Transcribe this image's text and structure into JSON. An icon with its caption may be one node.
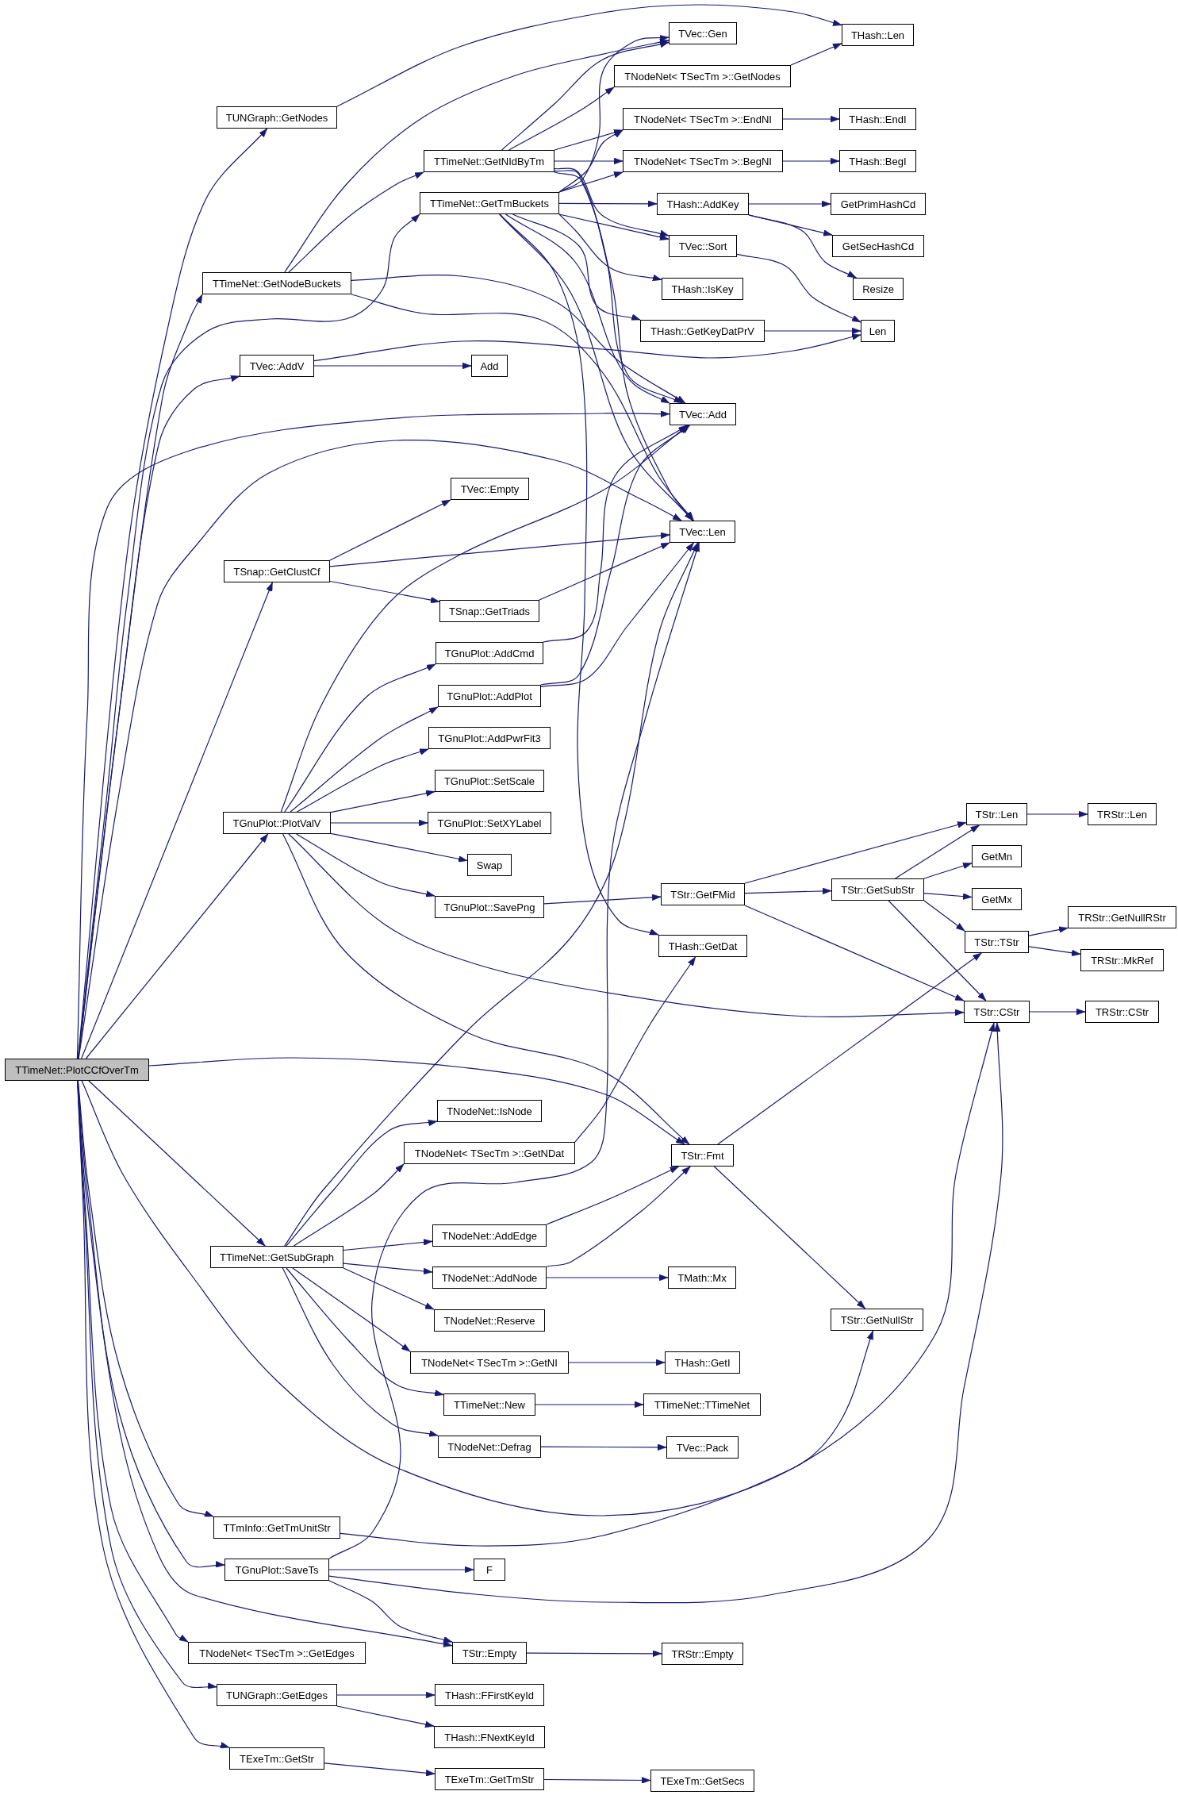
{
  "diagram": {
    "nodes": [
      {
        "text": [
          "TTimeNet::PlotCCfOverTm"
        ]
      },
      {
        "text": [
          "TUNGraph::GetNodes"
        ]
      },
      {
        "text": [
          "TTimeNet::GetNodeBuckets"
        ]
      },
      {
        "text": [
          "TVec::AddV"
        ]
      },
      {
        "text": [
          "TSnap::GetClustCf"
        ]
      },
      {
        "text": [
          "TGnuPlot::PlotValV"
        ]
      },
      {
        "text": [
          "TTimeNet::GetSubGraph"
        ]
      },
      {
        "text": [
          "TTmInfo::GetTmUnitStr"
        ]
      },
      {
        "text": [
          "TGnuPlot::SaveTs"
        ]
      },
      {
        "text": [
          "TNodeNet< TSecTm >::GetEdges"
        ]
      },
      {
        "text": [
          "TUNGraph::GetEdges"
        ]
      },
      {
        "text": [
          "TExeTm::GetStr"
        ]
      },
      {
        "text": [
          "TTimeNet::GetNIdByTm"
        ]
      },
      {
        "text": [
          "TTimeNet::GetTmBuckets"
        ]
      },
      {
        "text": [
          "Add"
        ]
      },
      {
        "text": [
          "TVec::Empty"
        ]
      },
      {
        "text": [
          "TSnap::GetTriads"
        ]
      },
      {
        "text": [
          "TGnuPlot::AddCmd"
        ]
      },
      {
        "text": [
          "TGnuPlot::AddPlot"
        ]
      },
      {
        "text": [
          "TGnuPlot::AddPwrFit3"
        ]
      },
      {
        "text": [
          "TGnuPlot::SetScale"
        ]
      },
      {
        "text": [
          "TGnuPlot::SetXYLabel"
        ]
      },
      {
        "text": [
          "Swap"
        ]
      },
      {
        "text": [
          "TGnuPlot::SavePng"
        ]
      },
      {
        "text": [
          "TNodeNet::IsNode"
        ]
      },
      {
        "text": [
          "TNodeNet< TSecTm >::GetNDat"
        ]
      },
      {
        "text": [
          "TNodeNet::AddEdge"
        ]
      },
      {
        "text": [
          "TNodeNet::AddNode"
        ]
      },
      {
        "text": [
          "TNodeNet::Reserve"
        ]
      },
      {
        "text": [
          "TNodeNet< TSecTm >::GetNI"
        ]
      },
      {
        "text": [
          "TTimeNet::New"
        ]
      },
      {
        "text": [
          "TNodeNet::Defrag"
        ]
      },
      {
        "text": [
          "F"
        ]
      },
      {
        "text": [
          "TStr::Empty"
        ]
      },
      {
        "text": [
          "THash::FFirstKeyId"
        ]
      },
      {
        "text": [
          "THash::FNextKeyId"
        ]
      },
      {
        "text": [
          "TExeTm::GetTmStr"
        ]
      },
      {
        "text": [
          "TVec::Gen"
        ]
      },
      {
        "text": [
          "TNodeNet< TSecTm >::GetNodes"
        ]
      },
      {
        "text": [
          "TNodeNet< TSecTm >::EndNI"
        ]
      },
      {
        "text": [
          "TNodeNet< TSecTm >::BegNI"
        ]
      },
      {
        "text": [
          "THash::AddKey"
        ]
      },
      {
        "text": [
          "TVec::Sort"
        ]
      },
      {
        "text": [
          "THash::IsKey"
        ]
      },
      {
        "text": [
          "THash::GetKeyDatPrV"
        ]
      },
      {
        "text": [
          "TVec::Add"
        ]
      },
      {
        "text": [
          "TVec::Len"
        ]
      },
      {
        "text": [
          "TStr::GetFMid"
        ]
      },
      {
        "text": [
          "THash::GetDat"
        ]
      },
      {
        "text": [
          "TStr::Fmt"
        ]
      },
      {
        "text": [
          "TMath::Mx"
        ]
      },
      {
        "text": [
          "THash::GetI"
        ]
      },
      {
        "text": [
          "TTimeNet::TTimeNet"
        ]
      },
      {
        "text": [
          "TVec::Pack"
        ]
      },
      {
        "text": [
          "TRStr::Empty"
        ]
      },
      {
        "text": [
          "TExeTm::GetSecs"
        ]
      },
      {
        "text": [
          "THash::Len"
        ]
      },
      {
        "text": [
          "THash::EndI"
        ]
      },
      {
        "text": [
          "THash::BegI"
        ]
      },
      {
        "text": [
          "GetPrimHashCd"
        ]
      },
      {
        "text": [
          "GetSecHashCd"
        ]
      },
      {
        "text": [
          "Resize"
        ]
      },
      {
        "text": [
          "Len"
        ]
      },
      {
        "text": [
          "TStr::GetSubStr"
        ]
      },
      {
        "text": [
          "TStr::GetNullStr"
        ]
      },
      {
        "text": [
          "TStr::Len"
        ]
      },
      {
        "text": [
          "GetMn"
        ]
      },
      {
        "text": [
          "GetMx"
        ]
      },
      {
        "text": [
          "TStr::TStr"
        ]
      },
      {
        "text": [
          "TStr::CStr"
        ]
      },
      {
        "text": [
          "TRStr::Len"
        ]
      },
      {
        "text": [
          "TRStr::GetNullRStr"
        ]
      },
      {
        "text": [
          "TRStr::MkRef"
        ]
      },
      {
        "text": [
          "TRStr::CStr"
        ]
      }
    ],
    "edges": [
      {
        "from": 0,
        "to": 1,
        "arrow": "to"
      },
      {
        "from": 0,
        "to": 2,
        "arrow": "to"
      },
      {
        "from": 0,
        "to": 13,
        "arrow": "to"
      },
      {
        "from": 0,
        "to": 3,
        "arrow": "to"
      },
      {
        "from": 0,
        "to": 45,
        "arrow": "to"
      },
      {
        "from": 0,
        "to": 46,
        "arrow": "to"
      },
      {
        "from": 0,
        "to": 4,
        "arrow": "to"
      },
      {
        "from": 0,
        "to": 5,
        "arrow": "to"
      },
      {
        "from": 0,
        "to": 49,
        "arrow": "to"
      },
      {
        "from": 0,
        "to": 6,
        "arrow": "to"
      },
      {
        "from": 0,
        "to": 69,
        "arrow": "to"
      },
      {
        "from": 0,
        "to": 7,
        "arrow": "to"
      },
      {
        "from": 0,
        "to": 8,
        "arrow": "to"
      },
      {
        "from": 0,
        "to": 33,
        "arrow": "to"
      },
      {
        "from": 0,
        "to": 9,
        "arrow": "to"
      },
      {
        "from": 0,
        "to": 10,
        "arrow": "to"
      },
      {
        "from": 0,
        "to": 11,
        "arrow": "to"
      },
      {
        "from": 1,
        "to": 56,
        "arrow": "to"
      },
      {
        "from": 2,
        "to": 12,
        "arrow": "to"
      },
      {
        "from": 2,
        "to": 37,
        "arrow": "to"
      },
      {
        "from": 2,
        "to": 45,
        "arrow": "to"
      },
      {
        "from": 2,
        "to": 46,
        "arrow": "to"
      },
      {
        "from": 3,
        "to": 14,
        "arrow": "to"
      },
      {
        "from": 3,
        "to": 62,
        "arrow": "to"
      },
      {
        "from": 4,
        "to": 15,
        "arrow": "to"
      },
      {
        "from": 4,
        "to": 46,
        "arrow": "to"
      },
      {
        "from": 4,
        "to": 16,
        "arrow": "to"
      },
      {
        "from": 5,
        "to": 45,
        "arrow": "to"
      },
      {
        "from": 5,
        "to": 17,
        "arrow": "to"
      },
      {
        "from": 5,
        "to": 18,
        "arrow": "to"
      },
      {
        "from": 5,
        "to": 19,
        "arrow": "to"
      },
      {
        "from": 5,
        "to": 20,
        "arrow": "to"
      },
      {
        "from": 5,
        "to": 21,
        "arrow": "to"
      },
      {
        "from": 5,
        "to": 22,
        "arrow": "to"
      },
      {
        "from": 5,
        "to": 23,
        "arrow": "to"
      },
      {
        "from": 5,
        "to": 69,
        "arrow": "to"
      },
      {
        "from": 5,
        "to": 49,
        "arrow": "to"
      },
      {
        "from": 6,
        "to": 46,
        "arrow": "to"
      },
      {
        "from": 6,
        "to": 24,
        "arrow": "to"
      },
      {
        "from": 6,
        "to": 25,
        "arrow": "to"
      },
      {
        "from": 6,
        "to": 26,
        "arrow": "to"
      },
      {
        "from": 6,
        "to": 27,
        "arrow": "to"
      },
      {
        "from": 6,
        "to": 28,
        "arrow": "to"
      },
      {
        "from": 6,
        "to": 29,
        "arrow": "to"
      },
      {
        "from": 6,
        "to": 30,
        "arrow": "to"
      },
      {
        "from": 6,
        "to": 31,
        "arrow": "to"
      },
      {
        "from": 7,
        "to": 64,
        "arrow": "to"
      },
      {
        "from": 8,
        "to": 46,
        "arrow": "to"
      },
      {
        "from": 8,
        "to": 32,
        "arrow": "to"
      },
      {
        "from": 8,
        "to": 69,
        "arrow": "to"
      },
      {
        "from": 8,
        "to": 33,
        "arrow": "to"
      },
      {
        "from": 10,
        "to": 34,
        "arrow": "to"
      },
      {
        "from": 10,
        "to": 35,
        "arrow": "to"
      },
      {
        "from": 11,
        "to": 36,
        "arrow": "to"
      },
      {
        "from": 12,
        "to": 37,
        "arrow": "to"
      },
      {
        "from": 12,
        "to": 38,
        "arrow": "to"
      },
      {
        "from": 12,
        "to": 39,
        "arrow": "to"
      },
      {
        "from": 12,
        "to": 40,
        "arrow": "to"
      },
      {
        "from": 12,
        "to": 42,
        "arrow": "to"
      },
      {
        "from": 12,
        "to": 45,
        "arrow": "to"
      },
      {
        "from": 12,
        "to": 46,
        "arrow": "to"
      },
      {
        "from": 13,
        "to": 37,
        "arrow": "to"
      },
      {
        "from": 13,
        "to": 39,
        "arrow": "to"
      },
      {
        "from": 13,
        "to": 40,
        "arrow": "to"
      },
      {
        "from": 13,
        "to": 41,
        "arrow": "to"
      },
      {
        "from": 13,
        "to": 42,
        "arrow": "to"
      },
      {
        "from": 13,
        "to": 43,
        "arrow": "to"
      },
      {
        "from": 13,
        "to": 44,
        "arrow": "to"
      },
      {
        "from": 13,
        "to": 45,
        "arrow": "to"
      },
      {
        "from": 13,
        "to": 46,
        "arrow": "to"
      },
      {
        "from": 13,
        "to": 48,
        "arrow": "to"
      },
      {
        "from": 16,
        "to": 46,
        "arrow": "to"
      },
      {
        "from": 17,
        "to": 45,
        "arrow": "to"
      },
      {
        "from": 18,
        "to": 45,
        "arrow": "to"
      },
      {
        "from": 18,
        "to": 46,
        "arrow": "to"
      },
      {
        "from": 23,
        "to": 47,
        "arrow": "to"
      },
      {
        "from": 25,
        "to": 48,
        "arrow": "to"
      },
      {
        "from": 26,
        "to": 49,
        "arrow": "to"
      },
      {
        "from": 27,
        "to": 49,
        "arrow": "to"
      },
      {
        "from": 27,
        "to": 50,
        "arrow": "to"
      },
      {
        "from": 29,
        "to": 51,
        "arrow": "to"
      },
      {
        "from": 30,
        "to": 52,
        "arrow": "to"
      },
      {
        "from": 31,
        "to": 53,
        "arrow": "to"
      },
      {
        "from": 33,
        "to": 54,
        "arrow": "to"
      },
      {
        "from": 36,
        "to": 55,
        "arrow": "to"
      },
      {
        "from": 38,
        "to": 56,
        "arrow": "to"
      },
      {
        "from": 39,
        "to": 57,
        "arrow": "to"
      },
      {
        "from": 40,
        "to": 58,
        "arrow": "to"
      },
      {
        "from": 41,
        "to": 59,
        "arrow": "to"
      },
      {
        "from": 41,
        "to": 60,
        "arrow": "to"
      },
      {
        "from": 41,
        "to": 61,
        "arrow": "to"
      },
      {
        "from": 42,
        "to": 62,
        "arrow": "to"
      },
      {
        "from": 44,
        "to": 62,
        "arrow": "to"
      },
      {
        "from": 47,
        "to": 65,
        "arrow": "to"
      },
      {
        "from": 47,
        "to": 63,
        "arrow": "to"
      },
      {
        "from": 47,
        "to": 69,
        "arrow": "to"
      },
      {
        "from": 49,
        "to": 68,
        "arrow": "to"
      },
      {
        "from": 49,
        "to": 64,
        "arrow": "to"
      },
      {
        "from": 63,
        "to": 65,
        "arrow": "to"
      },
      {
        "from": 63,
        "to": 66,
        "arrow": "to"
      },
      {
        "from": 63,
        "to": 67,
        "arrow": "to"
      },
      {
        "from": 63,
        "to": 68,
        "arrow": "to"
      },
      {
        "from": 63,
        "to": 69,
        "arrow": "to"
      },
      {
        "from": 65,
        "to": 70,
        "arrow": "to"
      },
      {
        "from": 68,
        "to": 71,
        "arrow": "to"
      },
      {
        "from": 68,
        "to": 72,
        "arrow": "to"
      },
      {
        "from": 69,
        "to": 73,
        "arrow": "to"
      }
    ]
  }
}
